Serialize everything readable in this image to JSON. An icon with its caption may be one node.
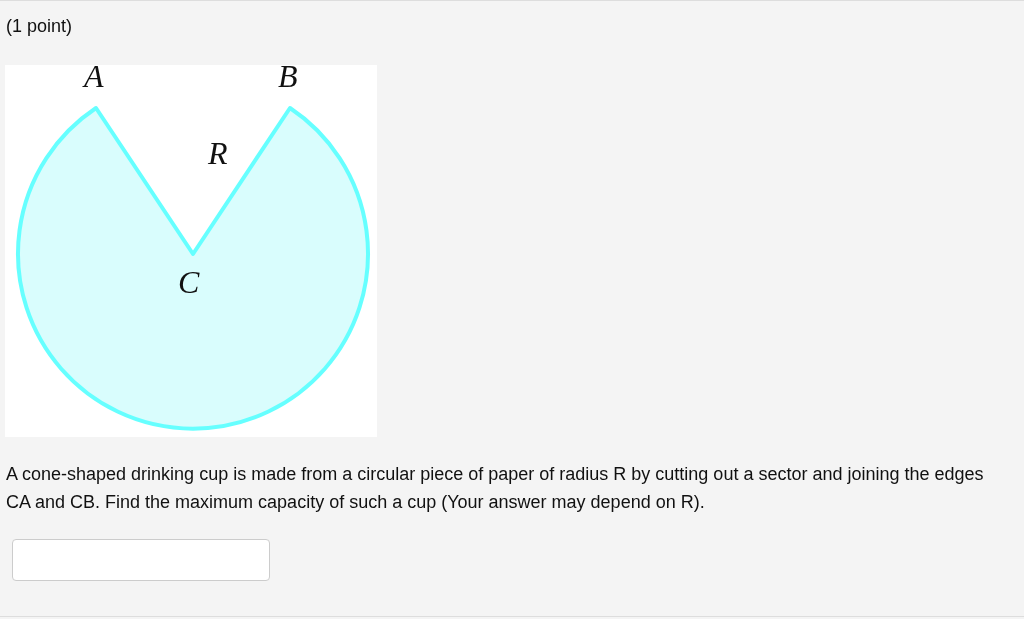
{
  "diagram": {
    "labels": [
      "(1 point)",
      "A",
      "B",
      "R",
      "C",
      "A cone-shaped drinking cup is made from a circular piece of paper of radius R by cutting out a sector and joining the edges CA and CB. Find the maximum capacity of such a cup (Your answer may depend on R)."
    ]
  }
}
